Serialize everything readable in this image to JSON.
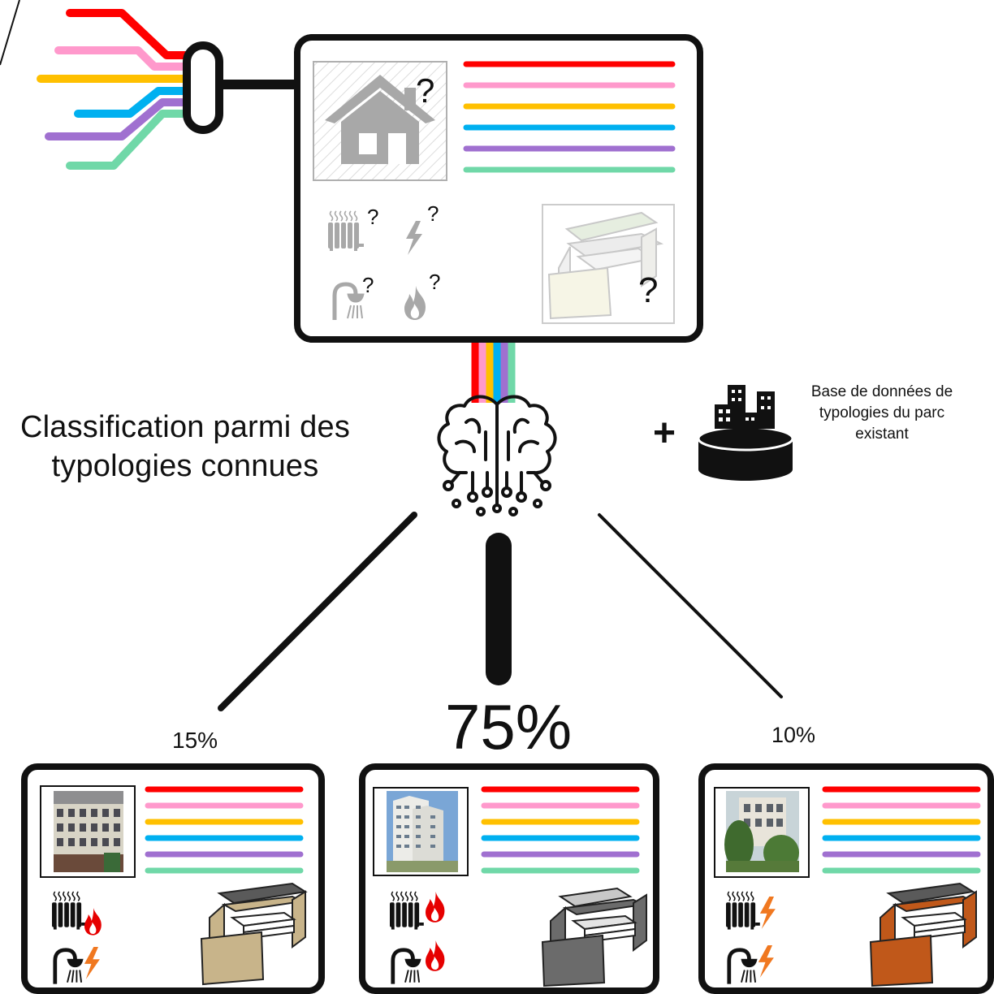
{
  "diagram": {
    "classification_label": "Classification parmi des typologies connues",
    "database_label": "Base de données de typologies du parc existant",
    "plus_sign": "+",
    "question_mark": "?",
    "data_line_colors": [
      "#ff0000",
      "#ff99cc",
      "#ffc000",
      "#00b0f0",
      "#a070d0",
      "#70d8a8"
    ],
    "query_card": {
      "icons": [
        "house-icon",
        "radiator-icon",
        "lightning-icon",
        "shower-icon",
        "flame-icon",
        "building-envelope-icon"
      ]
    },
    "branches": [
      {
        "percentage": "15%",
        "photo": "haussmann-building-photo",
        "heating": "flame-icon",
        "hot_water": "lightning-icon",
        "envelope_color": "#c8b48a"
      },
      {
        "percentage": "75%",
        "photo": "highrise-building-photo",
        "heating": "flame-icon",
        "hot_water": "flame-icon",
        "envelope_color": "#6b6b6b"
      },
      {
        "percentage": "10%",
        "photo": "residential-building-photo",
        "heating": "lightning-icon",
        "hot_water": "lightning-icon",
        "envelope_color": "#c0581a"
      }
    ],
    "other_icons": [
      "brain-ai-icon",
      "city-database-icon",
      "connector-plug-icon"
    ]
  }
}
